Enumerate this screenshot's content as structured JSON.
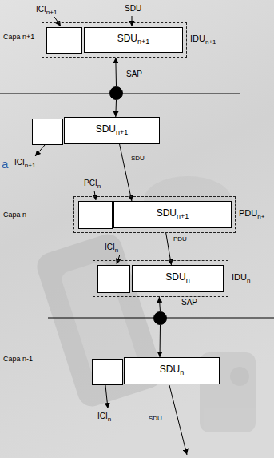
{
  "diagram": {
    "nodes": [
      {
        "text": [
          "IDU",
          "n+1"
        ]
      },
      {
        "text": [
          "SDU",
          "n+1"
        ],
        "in": 0
      },
      {
        "text": [
          "SAP"
        ]
      },
      {
        "text": [
          "SDU",
          "n+1"
        ]
      },
      {
        "text": [
          "PDU",
          "n+"
        ]
      },
      {
        "text": [
          "SDU",
          "n+1"
        ],
        "in": 4
      },
      {
        "text": [
          "IDU",
          "n"
        ]
      },
      {
        "text": [
          "SDU",
          "n"
        ],
        "in": 6
      },
      {
        "text": [
          "SAP"
        ]
      },
      {
        "text": [
          "SDU",
          "n"
        ]
      }
    ],
    "edges": [
      {
        "from": 2,
        "to": 0,
        "arrow": "to"
      },
      {
        "from": 2,
        "to": 3,
        "arrow": "to"
      },
      {
        "from": 3,
        "to": 5,
        "arrow": "to",
        "label": "SDU"
      },
      {
        "from": 4,
        "to": 7,
        "arrow": "to",
        "label": "PDU"
      },
      {
        "from": 8,
        "to": 6,
        "arrow": "to"
      },
      {
        "from": 8,
        "to": 9,
        "arrow": "to"
      }
    ],
    "labels": [
      "Capa n+1",
      "ICI",
      "n+1",
      "SDU",
      "ICI",
      "n+1",
      "a",
      "PCI",
      "n",
      "Capa n",
      "ICI",
      "n",
      "Capa n-1",
      "ICI",
      "n",
      "SDU"
    ]
  }
}
